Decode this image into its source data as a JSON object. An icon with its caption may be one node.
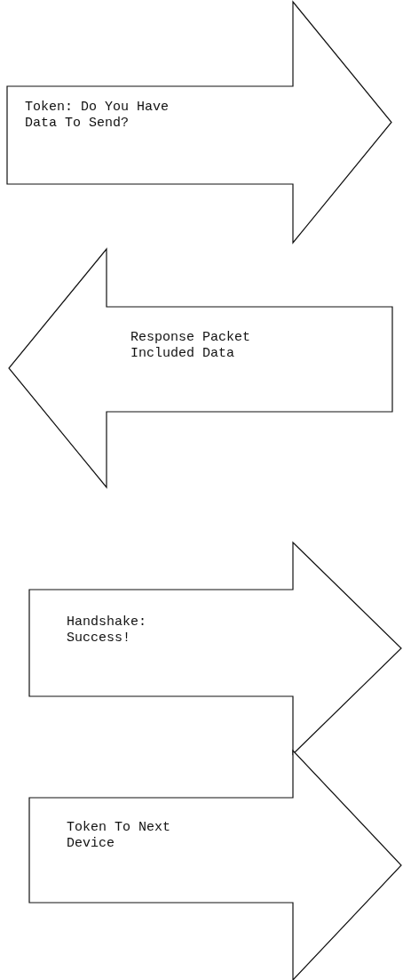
{
  "diagram": {
    "nodes": [
      {
        "text": [
          "Token: Do You Have Data To Send?"
        ]
      },
      {
        "text": [
          "Response Packet Included Data"
        ]
      },
      {
        "text": [
          "Handshake: Success!"
        ]
      },
      {
        "text": [
          "Token To Next Device"
        ]
      }
    ]
  }
}
